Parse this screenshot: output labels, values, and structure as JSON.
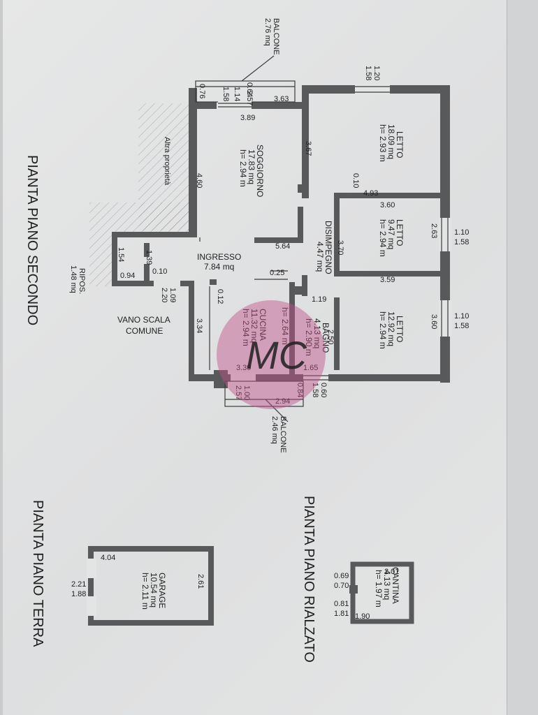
{
  "titles": {
    "secondo": "PIANTA PIANO SECONDO",
    "terra": "PIANTA PIANO TERRA",
    "rialzato": "PIANTA PIANO RIALZATO"
  },
  "labels": {
    "altra_proprieta": "Altra proprietà",
    "vano_scala_1": "VANO SCALA",
    "vano_scala_2": "COMUNE",
    "balcone_top_name": "BALCONE",
    "balcone_top_area": "2.76 mq",
    "balcone_bottom_name": "BALCONE",
    "balcone_bottom_area": "2.46 mq",
    "ripos_name": "RIPOS.",
    "ripos_area": "1.48 mq"
  },
  "rooms": {
    "soggiorno": {
      "name": "SOGGIORNO",
      "area": "17.83 mq",
      "height": "h= 2.94 m"
    },
    "letto1": {
      "name": "LETTO",
      "area": "18.09 mq",
      "height": "h= 2.93 m"
    },
    "letto2": {
      "name": "LETTO",
      "area": "9.47 mq",
      "height": "h= 2.94 m"
    },
    "letto3": {
      "name": "LETTO",
      "area": "12.92 mq",
      "height": "h= 2.94 m"
    },
    "disimpegno": {
      "name": "DISIMPEGNO",
      "area": "4.47 mq"
    },
    "ingresso": {
      "name": "INGRESSO",
      "area": "7.84 mq"
    },
    "cucina": {
      "name": "CUCINA",
      "area": "11.32 mq",
      "height": "h= 2.94 m"
    },
    "bagno": {
      "name": "BAGNO",
      "area": "4.13 mq",
      "height": "h= 2.90 m"
    },
    "bagno_h2": "h= 2.64 m",
    "garage": {
      "name": "GARAGE",
      "area": "10.54 mq",
      "height": "h= 2.11 m"
    },
    "cantina": {
      "name": "CANTINA",
      "area": "4.13 mq",
      "height": "h= 1.97 m"
    }
  },
  "dimensions": {
    "d_0_76": "0.76",
    "d_1_58_a": "1.58",
    "d_1_14": "1.14",
    "d_0_64": "0.64",
    "d_2_57_a": "2.57",
    "d_3_63": "3.63",
    "d_3_89": "3.89",
    "d_1_20": "1.20",
    "d_1_58_b": "1.58",
    "d_4_60": "4.60",
    "d_3_67": "3.67",
    "d_0_10_a": "0.10",
    "d_4_93": "4.93",
    "d_3_60_a": "3.60",
    "d_2_63": "2.63",
    "d_1_10_a": "1.10",
    "d_1_58_c": "1.58",
    "d_5_64": "5.64",
    "d_3_70": "3.70",
    "d_1_54": "1.54",
    "d_1_39": "1.39",
    "d_0_94": "0.94",
    "d_0_10_b": "0.10",
    "d_0_25": "0.25",
    "d_3_59": "3.59",
    "d_1_09": "1.09",
    "d_2_20": "2.20",
    "d_0_12": "0.12",
    "d_1_19": "1.19",
    "d_3_60_b": "3.60",
    "d_1_10_b": "1.10",
    "d_1_58_d": "1.58",
    "d_3_34": "3.34",
    "d_2_50": "2.50",
    "d_3_39": "3.39",
    "d_1_65": "1.65",
    "d_1_00": "1.00",
    "d_2_57_b": "2.57",
    "d_0_84": "0.84",
    "d_0_60": "0.60",
    "d_1_58_e": "1.58",
    "d_2_94": "2.94",
    "g_4_04": "4.04",
    "g_2_61": "2.61",
    "g_2_21": "2.21",
    "g_1_88": "1.88",
    "c_2_01": "2.01",
    "c_0_69": "0.69",
    "c_0_70": "0.70",
    "c_0_81": "0.81",
    "c_1_81": "1.81",
    "c_1_90": "1.90"
  },
  "watermark": {
    "monogram": "MC",
    "color": "#c2508a"
  },
  "colors": {
    "wall": "#58595b",
    "paper": "#e2e3e3"
  }
}
